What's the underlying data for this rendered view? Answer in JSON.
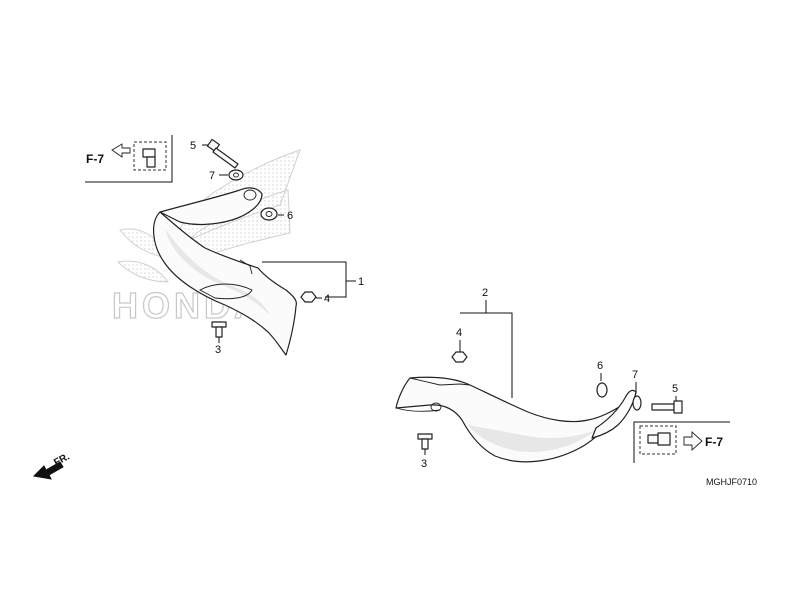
{
  "diagram_code": "MGHJF0710",
  "front_marker": "FR.",
  "left_assembly": {
    "ref_label": "F-7",
    "callouts": {
      "part1": "1",
      "part3": "3",
      "part4": "4",
      "part5": "5",
      "part6": "6",
      "part7": "7"
    }
  },
  "right_assembly": {
    "ref_label": "F-7",
    "callouts": {
      "part2": "2",
      "part3": "3",
      "part4": "4",
      "part5": "5",
      "part6": "6",
      "part7": "7"
    }
  },
  "watermark": "HONDA",
  "colors": {
    "line": "#111111",
    "watermark": "#c8c8c8",
    "fill": "#fbfbfb"
  }
}
